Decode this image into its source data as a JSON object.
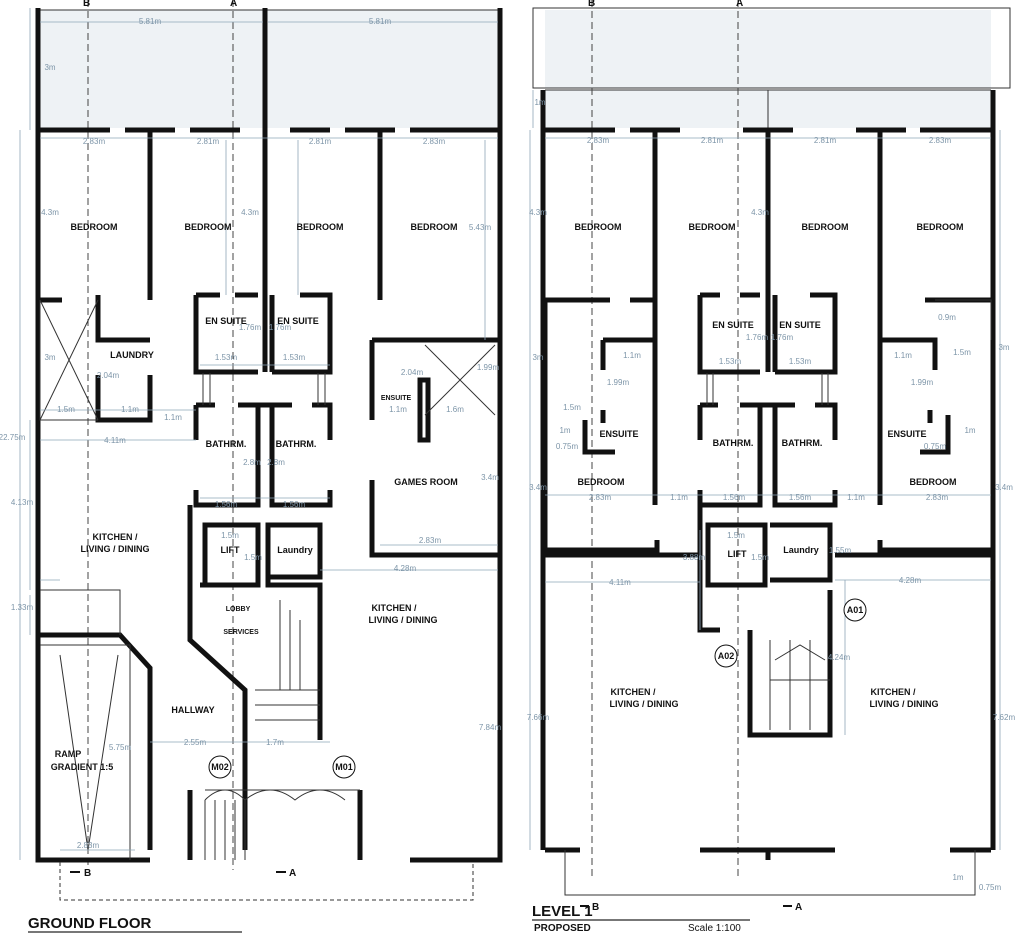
{
  "ground_floor": {
    "title": "GROUND FLOOR",
    "rooms": [
      "BEDROOM",
      "BEDROOM",
      "BEDROOM",
      "BEDROOM",
      "LAUNDRY",
      "EN SUITE",
      "EN SUITE",
      "ENSUITE",
      "BATHRM.",
      "BATHRM.",
      "GAMES ROOM",
      "KITCHEN /",
      "LIVING / DINING",
      "LIFT",
      "Laundry",
      "LOBBY",
      "SERVICES",
      "KITCHEN /",
      "LIVING / DINING",
      "HALLWAY",
      "RAMP",
      "GRADIENT 1:5"
    ],
    "tags": [
      "M02",
      "M01"
    ],
    "sections": [
      "B",
      "A",
      "B",
      "A"
    ],
    "dims": [
      "5.81m",
      "5.81m",
      "2.83m",
      "2.81m",
      "2.81m",
      "2.83m",
      "3m",
      "4.3m",
      "4.3m",
      "5.43m",
      "1.76m",
      "1.76m",
      "1.53m",
      "1.53m",
      "3m",
      "2.04m",
      "1.5m",
      "1.1m",
      "1.1m",
      "4.11m",
      "2.04m",
      "1.1m",
      "1.6m",
      "2.8m",
      "2.8m",
      "1.56m",
      "1.56m",
      "1.5m",
      "1.5m",
      "2.83m",
      "4.28m",
      "22.75m",
      "4.13m",
      "1.33m",
      "5.75m",
      "7.84m",
      "2.55m",
      "1.7m",
      "2.83m",
      "1.99m",
      "3.4m"
    ]
  },
  "level_1": {
    "title": "LEVEL 1",
    "subtitle": "PROPOSED",
    "scale": "Scale 1:100",
    "rooms": [
      "BEDROOM",
      "BEDROOM",
      "BEDROOM",
      "BEDROOM",
      "EN SUITE",
      "EN SUITE",
      "ENSUITE",
      "ENSUITE",
      "BATHRM.",
      "BATHRM.",
      "BEDROOM",
      "BEDROOM",
      "LIFT",
      "Laundry",
      "KITCHEN /",
      "LIVING / DINING",
      "KITCHEN /",
      "LIVING / DINING"
    ],
    "tags": [
      "A01",
      "A02"
    ],
    "sections": [
      "B",
      "A",
      "B",
      "A"
    ],
    "dims": [
      "1m",
      "2.83m",
      "2.81m",
      "2.81m",
      "2.83m",
      "4.3m",
      "4.3m",
      "1.76m",
      "1.76m",
      "1.53m",
      "1.53m",
      "1.1m",
      "1.99m",
      "1.5m",
      "1m",
      "0.75m",
      "1.1m",
      "1.5m",
      "0.9m",
      "1.99m",
      "1m",
      "0.75m",
      "2.83m",
      "1.1m",
      "1.56m",
      "1.56m",
      "1.1m",
      "2.83m",
      "1.5m",
      "1.5m",
      "3.88m",
      "1.55m",
      "4.11m",
      "4.28m",
      "4.24m",
      "7.66m",
      "7.62m",
      "3m",
      "3.4m",
      "3m",
      "3.4m",
      "1m",
      "0.75m"
    ]
  }
}
